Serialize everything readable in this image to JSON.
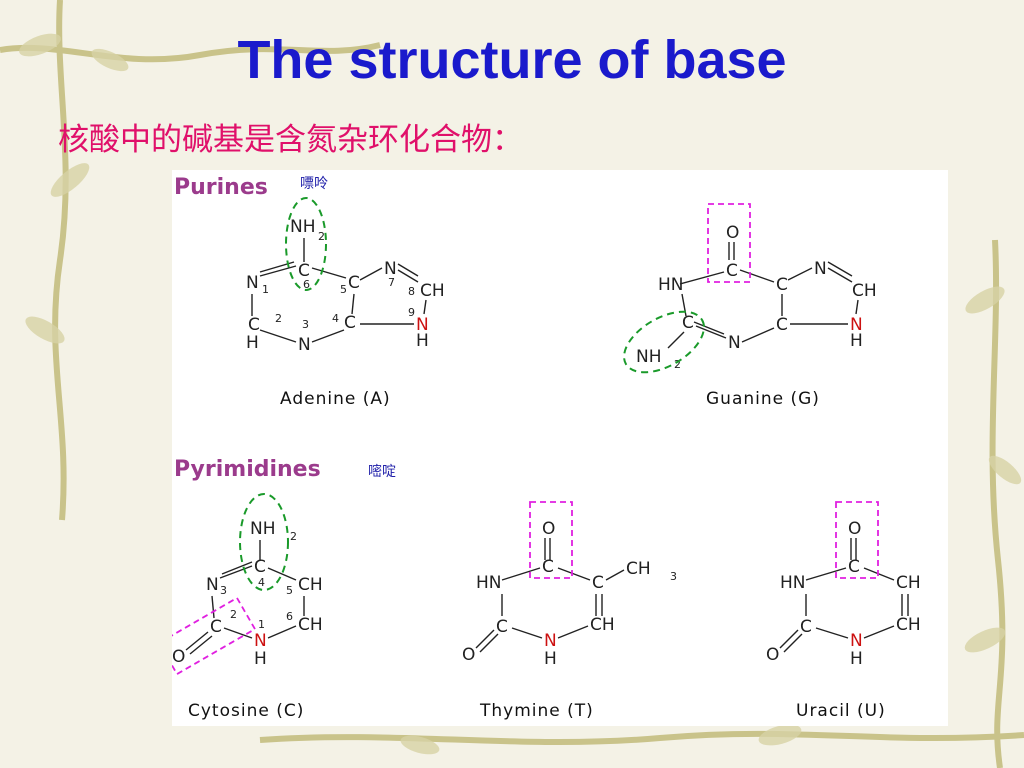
{
  "slide": {
    "title": "The structure of base",
    "subtitle": "核酸中的碱基是含氮杂环化合物："
  },
  "purines": {
    "heading": "Purines",
    "note": "嘌呤",
    "adenine": {
      "caption": "Adenine  (A)",
      "atoms": {
        "nh2": "NH",
        "sub2": "2",
        "c6": "C",
        "n1": "N",
        "c5": "C",
        "n7": "N",
        "c8": "CH",
        "n9": "N",
        "h9": "H",
        "c4": "C",
        "c2": "C",
        "h2": "H",
        "n3": "N"
      },
      "nums": {
        "n1": "1",
        "n6": "6",
        "n5": "5",
        "n7": "7",
        "n8": "8",
        "n9": "9",
        "n2": "2",
        "n3": "3",
        "n4": "4"
      }
    },
    "guanine": {
      "caption": "Guanine  (G)",
      "atoms": {
        "o": "O",
        "c6": "C",
        "hn": "HN",
        "c5": "C",
        "n7": "N",
        "c8": "CH",
        "c2": "C",
        "nh2": "NH",
        "sub2": "2",
        "n3": "N",
        "c4": "C",
        "n9": "N",
        "h9": "H"
      }
    }
  },
  "pyrimidines": {
    "heading": "Pyrimidines",
    "note": "嘧啶",
    "cytosine": {
      "caption": "Cytosine  (C)",
      "atoms": {
        "nh2": "NH",
        "sub2": "2",
        "c4": "C",
        "n3": "N",
        "c5": "CH",
        "c2": "C",
        "n1": "N",
        "h1": "H",
        "c6": "CH",
        "o": "O"
      },
      "nums": {
        "n3": "3",
        "n4": "4",
        "n5": "5",
        "n6": "6",
        "n2": "2",
        "n1": "1"
      }
    },
    "thymine": {
      "caption": "Thymine  (T)",
      "atoms": {
        "o": "O",
        "c4": "C",
        "hn": "HN",
        "c5": "C",
        "ch3": "CH",
        "sub3": "3",
        "c2": "C",
        "n1": "N",
        "h1": "H",
        "c6": "CH",
        "o2": "O"
      }
    },
    "uracil": {
      "caption": "Uracil  (U)",
      "atoms": {
        "o": "O",
        "c4": "C",
        "hn": "HN",
        "c5": "CH",
        "c2": "C",
        "n1": "N",
        "h1": "H",
        "c6": "CH",
        "o2": "O"
      }
    }
  },
  "colors": {
    "title": "#1a1acc",
    "subtitle": "#e0106a",
    "heading": "#9b3b8c",
    "note": "#2020aa",
    "nh": "#cc1111",
    "green": "#1a9a2a",
    "magenta": "#e020e0"
  }
}
